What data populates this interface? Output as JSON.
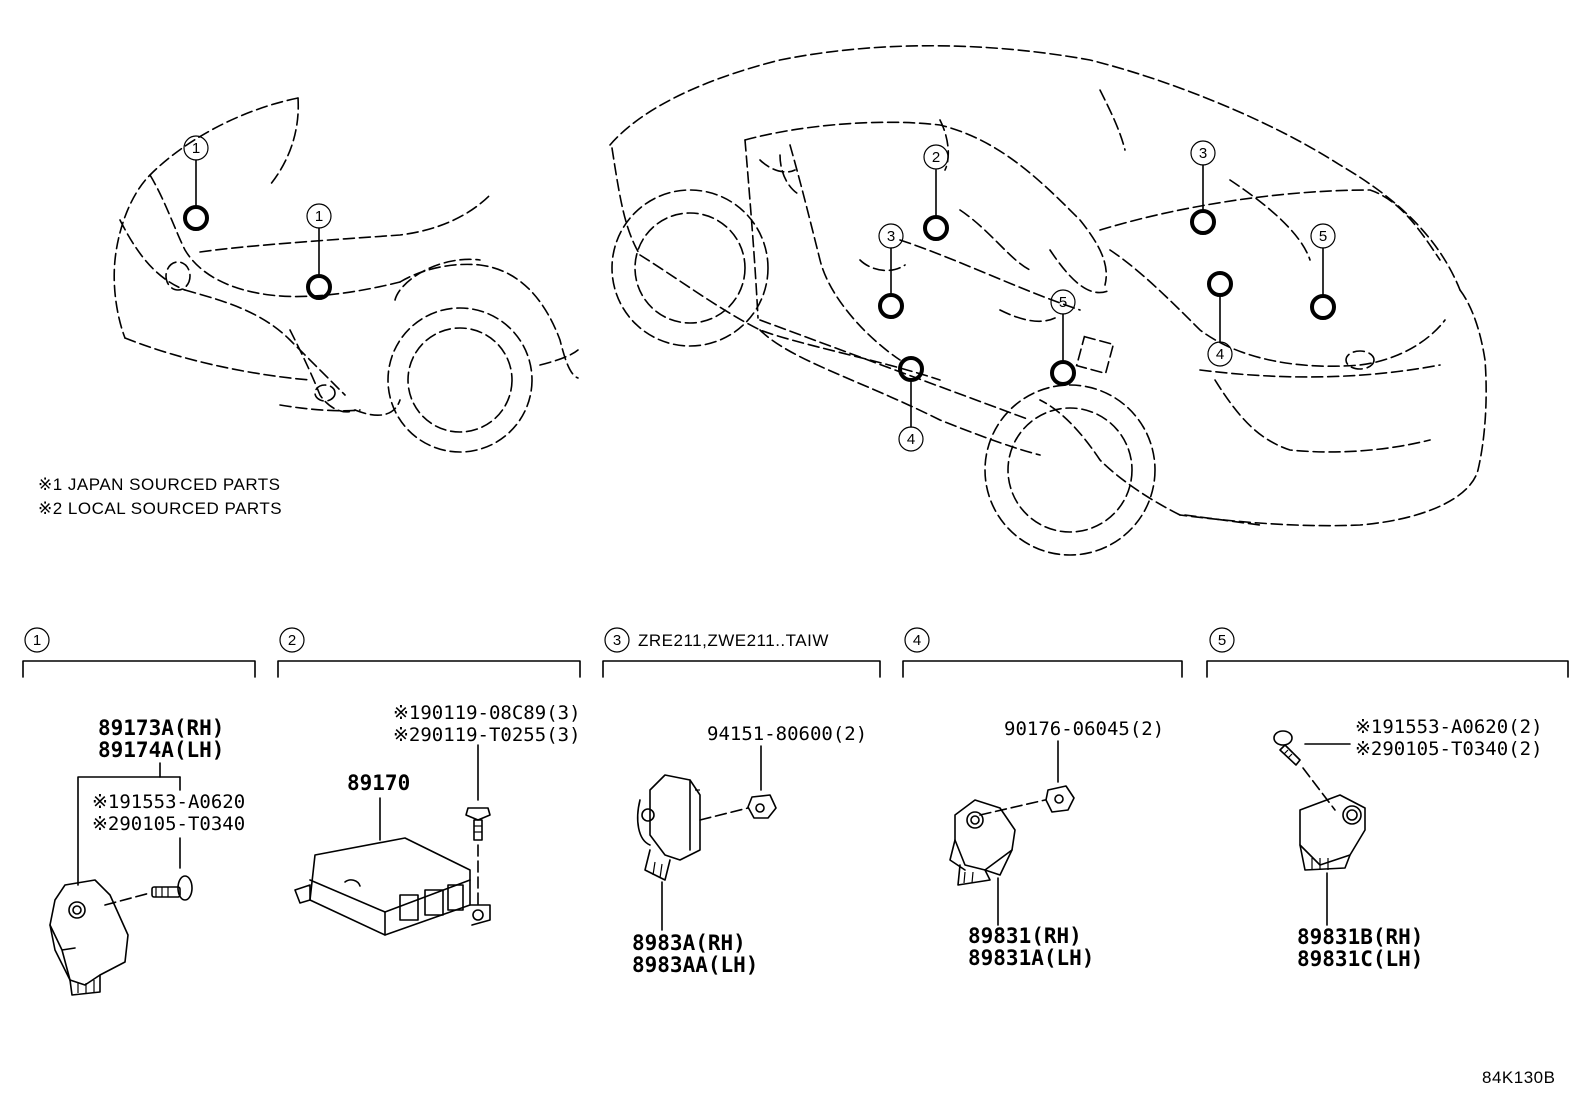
{
  "notes": {
    "note1": "※1 JAPAN SOURCED PARTS",
    "note2": "※2 LOCAL SOURCED PARTS"
  },
  "callouts": {
    "c1": "1",
    "c2": "2",
    "c3": "3",
    "c4": "4",
    "c5": "5"
  },
  "sections": {
    "s1": {
      "num": "1"
    },
    "s2": {
      "num": "2"
    },
    "s3": {
      "num": "3",
      "label": "ZRE211,ZWE211..TAIW"
    },
    "s4": {
      "num": "4"
    },
    "s5": {
      "num": "5"
    }
  },
  "parts": {
    "s1_main_rh": "89173A(RH)",
    "s1_main_lh": "89174A(LH)",
    "s1_bolt_a": "※191553-A0620",
    "s1_bolt_b": "※290105-T0340",
    "s2_bolt_a": "※190119-08C89(3)",
    "s2_bolt_b": "※290119-T0255(3)",
    "s2_main": "89170",
    "s3_nut": "94151-80600(2)",
    "s3_main_rh": "8983A(RH)",
    "s3_main_lh": "8983AA(LH)",
    "s4_nut": "90176-06045(2)",
    "s4_main_rh": "89831(RH)",
    "s4_main_lh": "89831A(LH)",
    "s5_bolt_a": "※191553-A0620(2)",
    "s5_bolt_b": "※290105-T0340(2)",
    "s5_main_rh": "89831B(RH)",
    "s5_main_lh": "89831C(LH)"
  },
  "diagram_code": "84K130B"
}
